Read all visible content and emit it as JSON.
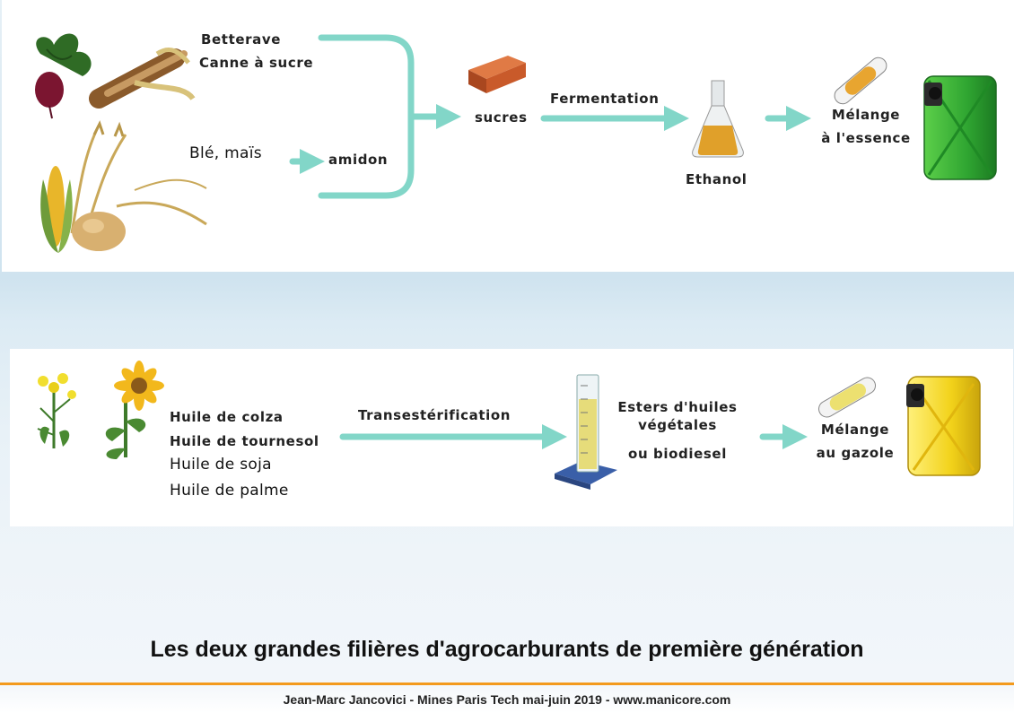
{
  "top_flow": {
    "sources_sugar": [
      "Betterave",
      "Canne à sucre"
    ],
    "source_starch": "Blé, maïs",
    "intermediate_starch": "amidon",
    "intermediate_sugar": "sucres",
    "process": "Fermentation",
    "product": "Ethanol",
    "blend_line1": "Mélange",
    "blend_line2": "à l'essence"
  },
  "bottom_flow": {
    "oils": [
      "Huile de colza",
      "Huile de tournesol",
      "Huile de soja",
      "Huile de palme"
    ],
    "process": "Transestérification",
    "product_line1": "Esters d'huiles",
    "product_line2": "végétales",
    "product_line3": "ou biodiesel",
    "blend_line1": "Mélange",
    "blend_line2": "au gazole"
  },
  "title": "Les deux grandes filières d'agrocarburants de première génération",
  "footer": "Jean-Marc Jancovici - Mines Paris Tech mai-juin 2019 - www.manicore.com",
  "colors": {
    "arrow": "#82d6c8",
    "accent_line": "#f39a1d",
    "essence_can": "#2fa531",
    "gazole_can": "#f2d21a"
  }
}
